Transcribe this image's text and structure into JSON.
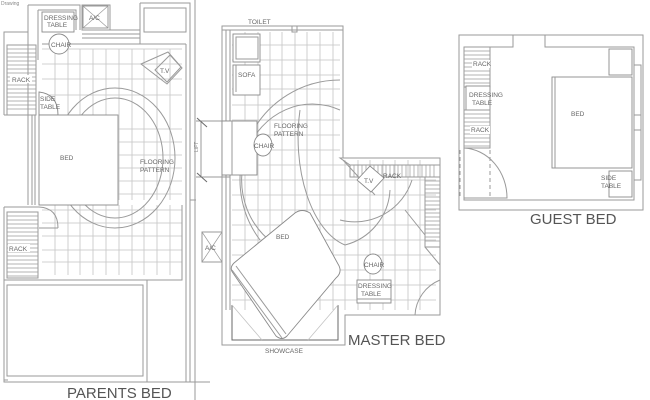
{
  "header": {
    "corner_text": "Drawing"
  },
  "rooms": {
    "parents": {
      "title": "PARENTS BED",
      "labels": {
        "dressing_1": "DRESSING",
        "dressing_2": "TABLE",
        "ac": "A/C",
        "chair": "CHAIR",
        "tv": "T.V",
        "rack_top": "RACK",
        "side_1": "SIDE",
        "side_2": "TABLE",
        "bed": "BED",
        "floor_1": "FLOORING",
        "floor_2": "PATTERN",
        "rack_bottom": "RACK"
      }
    },
    "master": {
      "title": "MASTER BED",
      "labels": {
        "toilet": "TOILET",
        "sofa": "SOFA",
        "floor_1": "FLOORING",
        "floor_2": "PATTERN",
        "chair_left": "CHAIR",
        "lift": "LIFT",
        "tv": "T.V",
        "rack": "RACK",
        "ac": "A/C",
        "bed": "BED",
        "chair": "CHAIR",
        "dressing_1": "DRESSING",
        "dressing_2": "TABLE",
        "showcase": "SHOWCASE"
      }
    },
    "guest": {
      "title": "GUEST BED",
      "labels": {
        "rack_top": "RACK",
        "dressing_1": "DRESSING",
        "dressing_2": "TABLE",
        "rack_bottom": "RACK",
        "bed": "BED",
        "side_1": "SIDE",
        "side_2": "TABLE"
      }
    }
  },
  "colors": {
    "line": "#9a9a9a",
    "grid": "#c4c4c4",
    "text": "#555555",
    "background": "#ffffff"
  }
}
